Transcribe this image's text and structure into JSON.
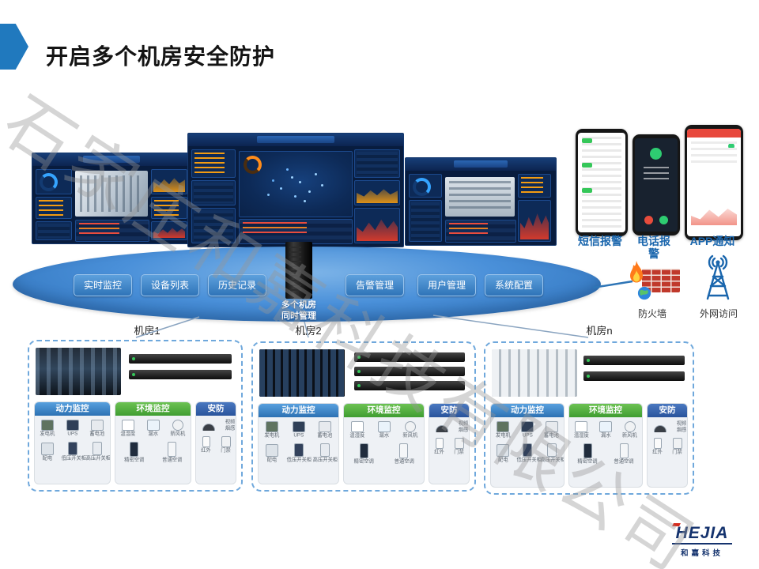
{
  "title": "开启多个机房安全防护",
  "watermark": "石家庄和嘉科技有限公司",
  "alert_channels": {
    "sms": "短信报警",
    "phone": "电话报警",
    "app": "APP通知"
  },
  "platform": {
    "features": {
      "realtime": "实时监控",
      "devices": "设备列表",
      "history": "历史记录",
      "alarms": "告警管理",
      "users": "用户管理",
      "config": "系统配置"
    },
    "caption_line1": "多个机房",
    "caption_line2": "同时管理"
  },
  "security_gateway": {
    "firewall": "防火墙",
    "external_access": "外网访问"
  },
  "rooms": {
    "room1": "机房1",
    "room2": "机房2",
    "roomn": "机房n"
  },
  "panels": {
    "power": {
      "title": "动力监控",
      "row1": {
        "i1": "发电机",
        "i2": "UPS",
        "i3": "蓄电池"
      },
      "row2": {
        "i1": "配电",
        "i2": "低压开关柜",
        "i3": "高压开关柜"
      }
    },
    "env": {
      "title": "环境监控",
      "row1": {
        "i1": "温湿度",
        "i2": "漏水",
        "i3": "新风机"
      },
      "row2": {
        "i1": "精密空调",
        "i2": "普通空调"
      }
    },
    "security": {
      "title": "安防",
      "row1": {
        "i1": "视频",
        "i2": "烟感"
      },
      "row2": {
        "i1": "红外",
        "i2": "门禁"
      }
    }
  },
  "logo": {
    "brand": "HEJIA",
    "company": "和嘉科技"
  },
  "colors": {
    "accent_blue": "#2e75b6",
    "ellipse_blue": "#3f87cd",
    "env_green": "#4aa338",
    "alert_red": "#e74c3c",
    "dashboard_navy": "#081c3e"
  }
}
